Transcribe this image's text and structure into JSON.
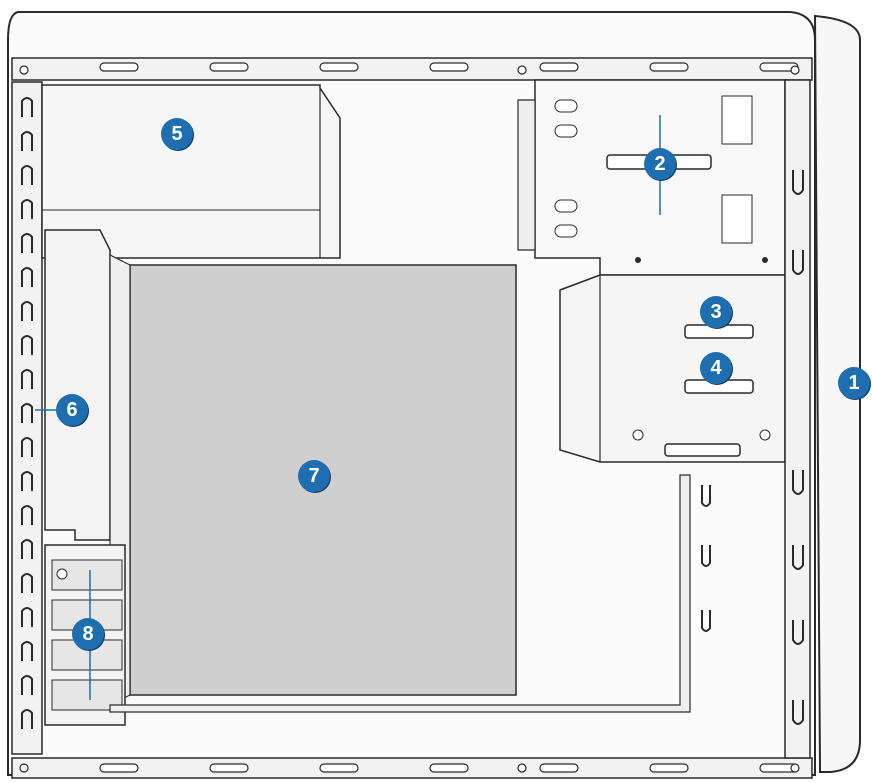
{
  "colors": {
    "outline": "#2a2a2a",
    "panel": "#f4f4f4",
    "board": "#cfcfcf",
    "callout": "#1f6fb0",
    "callout_text": "#ffffff",
    "leader": "#1f6fb0"
  },
  "callouts": [
    {
      "id": "1",
      "label": "1"
    },
    {
      "id": "2",
      "label": "2"
    },
    {
      "id": "3",
      "label": "3"
    },
    {
      "id": "4",
      "label": "4"
    },
    {
      "id": "5",
      "label": "5"
    },
    {
      "id": "6",
      "label": "6"
    },
    {
      "id": "7",
      "label": "7"
    },
    {
      "id": "8",
      "label": "8"
    }
  ]
}
